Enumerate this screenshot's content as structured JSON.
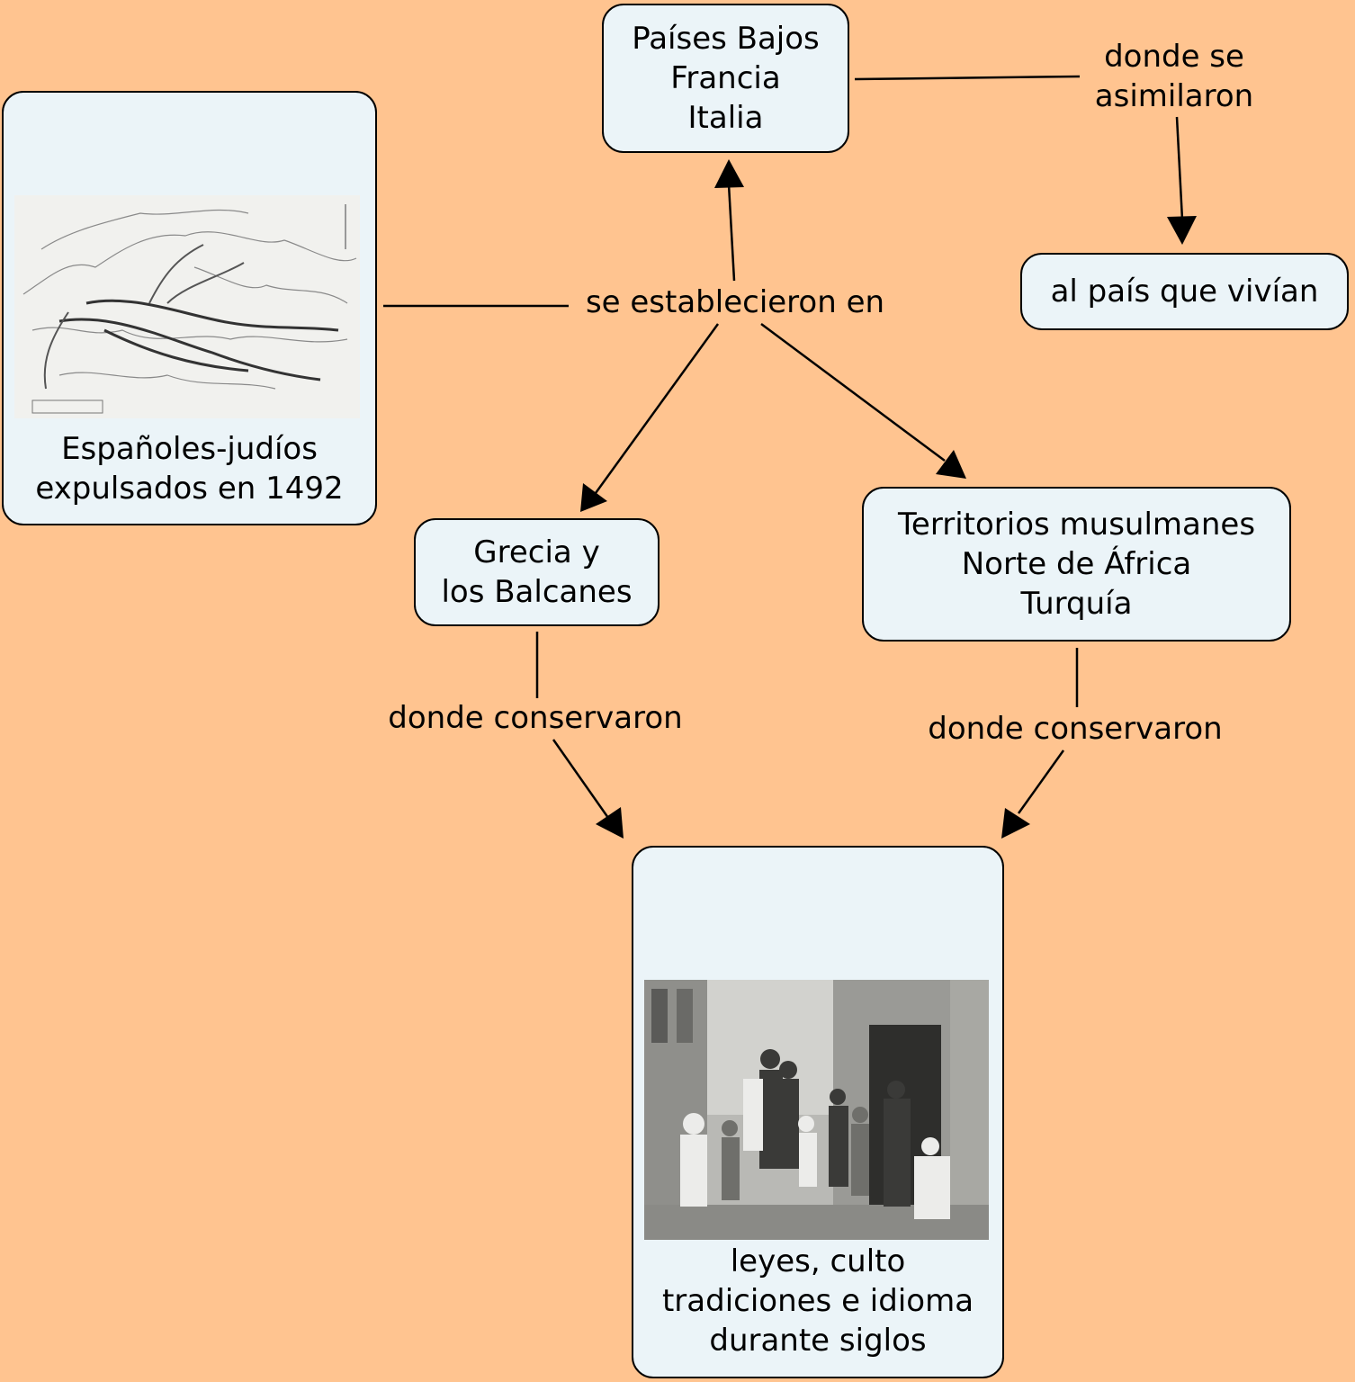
{
  "nodes": {
    "spanish_jews": {
      "lines": [
        "Españoles-judíos",
        "expulsados en 1492"
      ]
    },
    "paises_bajos": {
      "lines": [
        "Países Bajos",
        "Francia",
        "Italia"
      ]
    },
    "pais_vivian": {
      "lines": [
        "al país que vivían"
      ]
    },
    "grecia": {
      "lines": [
        "Grecia y",
        "los Balcanes"
      ]
    },
    "territorios": {
      "lines": [
        "Territorios musulmanes",
        "Norte de África",
        "Turquía"
      ]
    },
    "leyes": {
      "lines": [
        "leyes, culto",
        "tradiciones e idioma",
        "durante siglos"
      ]
    }
  },
  "links": {
    "se_establecieron": "se establecieron en",
    "donde_se_asimilaron": [
      "donde se",
      "asimilaron"
    ],
    "donde_conservaron_left": "donde conservaron",
    "donde_conservaron_right": "donde conservaron"
  },
  "images": {
    "map": "map-of-expulsion-routes",
    "photo": "historical-family-photograph"
  },
  "colors": {
    "background": "#ffc490",
    "node_fill": "#ebf4f8",
    "stroke": "#000000"
  }
}
